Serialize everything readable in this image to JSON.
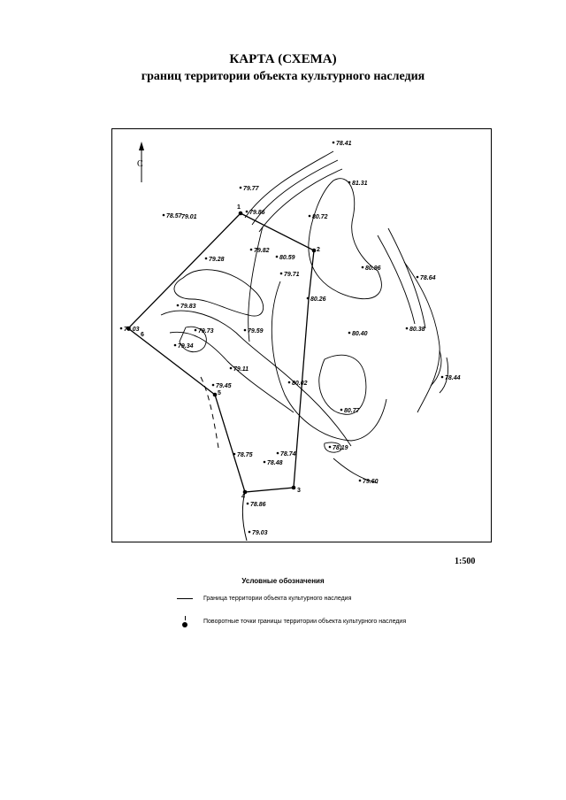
{
  "document": {
    "title": "КАРТА (СХЕМА)",
    "subtitle": "границ территории объекта культурного наследия",
    "scale": "1:500"
  },
  "map": {
    "north_label": "С",
    "elevations": [
      "78.41",
      "81.31",
      "79.77",
      "78.57",
      "79.01",
      "79.86",
      "80.72",
      "79.28",
      "79.82",
      "80.59",
      "79.71",
      "80.96",
      "78.64",
      "79.83",
      "80.26",
      "79.03",
      "79.73",
      "79.59",
      "80.40",
      "80.38",
      "79.34",
      "79.11",
      "78.44",
      "79.45",
      "80.02",
      "80.77",
      "78.19",
      "78.75",
      "78.74",
      "78.48",
      "79.60",
      "78.86",
      "79.03"
    ],
    "point_numbers": [
      "1",
      "2",
      "3",
      "4",
      "5",
      "6"
    ]
  },
  "legend": {
    "title": "Условные обозначения",
    "boundary": "Граница территории объекта культурного наследия",
    "points": "Поворотные точки границы территории объекта культурного наследия"
  }
}
